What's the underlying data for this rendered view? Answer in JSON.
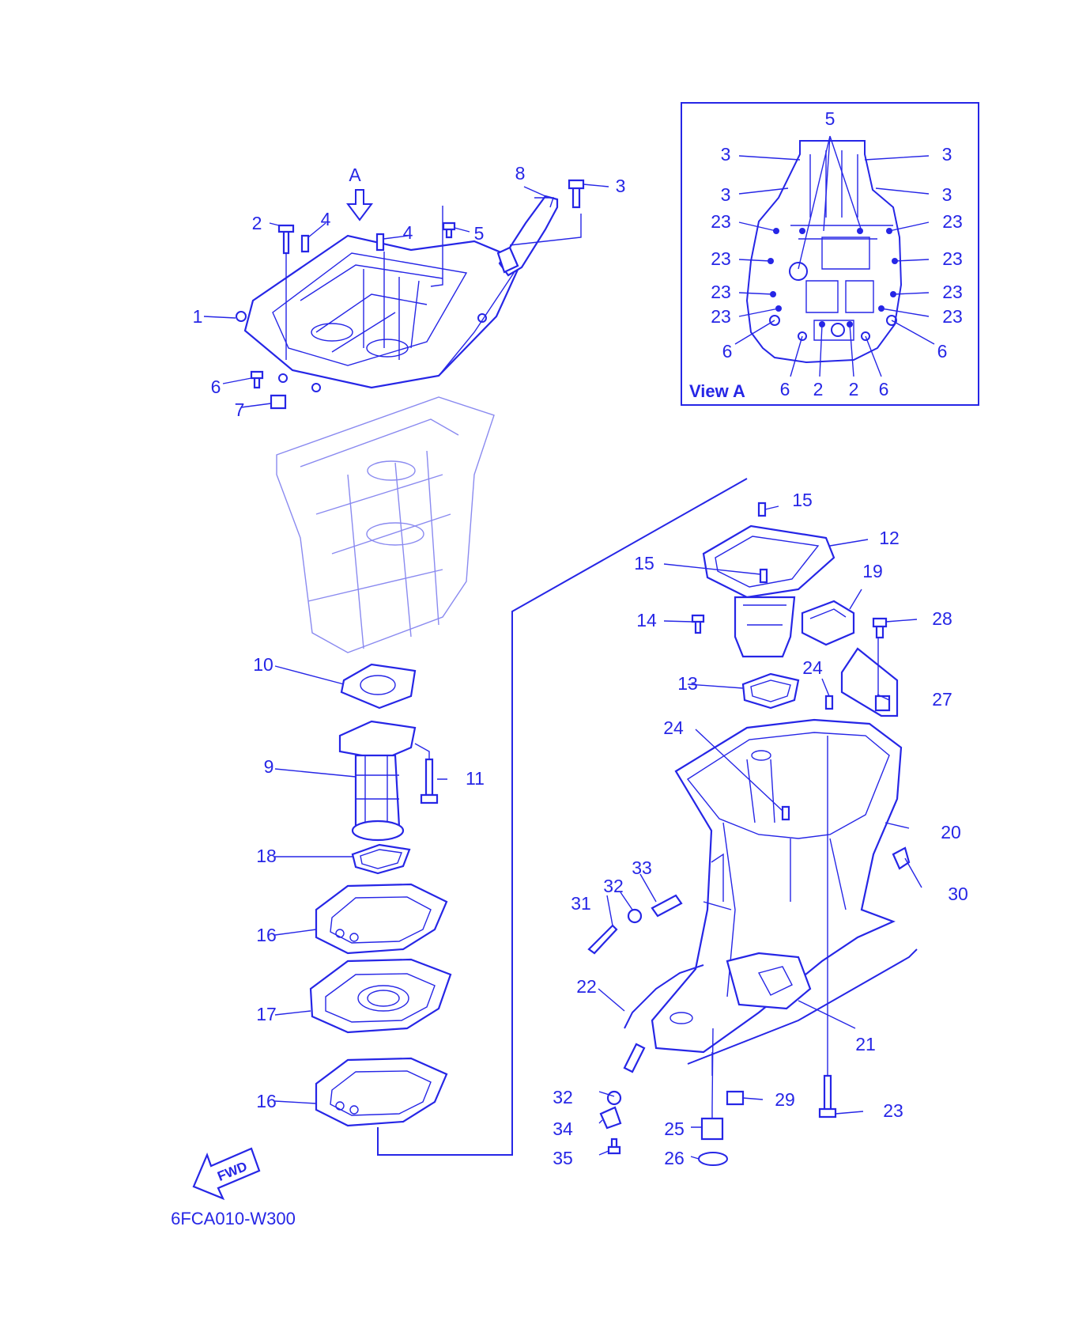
{
  "view_a_title": "View A",
  "arrow_a_label": "A",
  "fwd_label": "FWD",
  "drawing_code": "6FCA010-W300",
  "colors": {
    "line": "#2626e6",
    "faint": "#8a8af0",
    "background": "#ffffff"
  },
  "callouts": {
    "c1": "1",
    "c2a": "2",
    "c3a": "3",
    "c4a": "4",
    "c4b": "4",
    "c5a": "5",
    "c6a": "6",
    "c7": "7",
    "c8": "8",
    "c9": "9",
    "c10": "10",
    "c11": "11",
    "c12": "12",
    "c13": "13",
    "c14": "14",
    "c15a": "15",
    "c15b": "15",
    "c16a": "16",
    "c16b": "16",
    "c17": "17",
    "c18": "18",
    "c19": "19",
    "c20": "20",
    "c21": "21",
    "c22": "22",
    "c23": "23",
    "c24a": "24",
    "c24b": "24",
    "c25": "25",
    "c26": "26",
    "c27": "27",
    "c28": "28",
    "c29": "29",
    "c30": "30",
    "c31": "31",
    "c32a": "32",
    "c32b": "32",
    "c33": "33",
    "c34": "34",
    "c35": "35"
  },
  "view_a_callouts": {
    "v5": "5",
    "v3a": "3",
    "v3b": "3",
    "v3c": "3",
    "v3d": "3",
    "v23a": "23",
    "v23b": "23",
    "v23c": "23",
    "v23d": "23",
    "v23e": "23",
    "v23f": "23",
    "v23g": "23",
    "v23h": "23",
    "v6a": "6",
    "v6b": "6",
    "v6c": "6",
    "v6d": "6",
    "v2a": "2",
    "v2b": "2"
  }
}
